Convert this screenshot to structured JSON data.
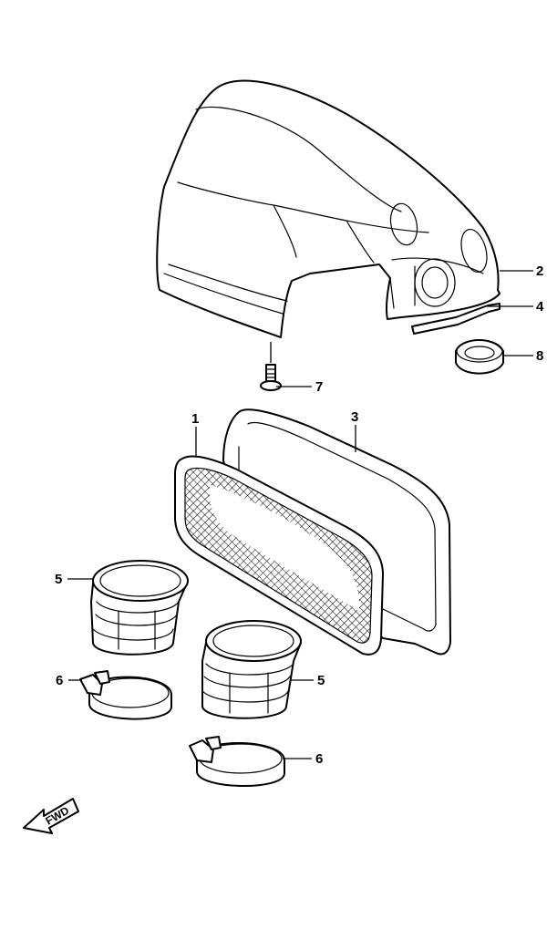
{
  "callouts": {
    "c1": "1",
    "c2": "2",
    "c3": "3",
    "c4": "4",
    "c5a": "5",
    "c5b": "5",
    "c6a": "6",
    "c6b": "6",
    "c7": "7",
    "c8": "8"
  },
  "fwd_label": "FWD",
  "colors": {
    "line": "#000000",
    "background": "#ffffff"
  }
}
